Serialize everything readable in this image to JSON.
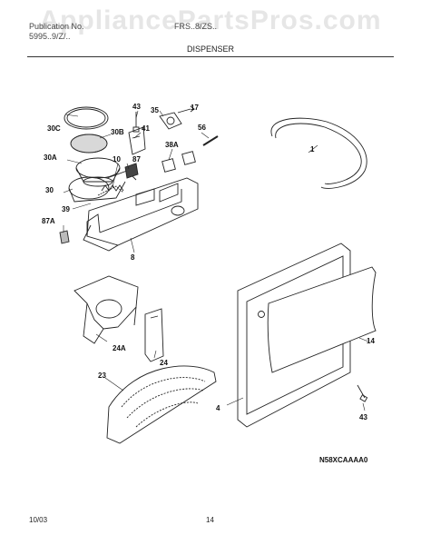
{
  "header": {
    "watermark": "AppliancePartsPros.com",
    "left_line_1": "Publication No.",
    "left_line_2": "5995..9/Z/..",
    "right_line_1": "FRS..8/ZS..",
    "title": "DISPENSER"
  },
  "callouts": {
    "p43_top": "43",
    "p35": "35",
    "p17": "17",
    "p30c": "30C",
    "p30b": "30B",
    "p41": "41",
    "p56": "56",
    "p1": "1",
    "p30a": "30A",
    "p10": "10",
    "p87_top": "87",
    "p38a": "38A",
    "p30": "30",
    "p39": "39",
    "p87a": "87A",
    "p8": "8",
    "p14": "14",
    "p24a": "24A",
    "p24": "24",
    "p23": "23",
    "p4": "4",
    "p43_bottom": "43"
  },
  "model_code": "N58XCAAAA0",
  "footer": {
    "date": "10/03",
    "page": "14"
  }
}
